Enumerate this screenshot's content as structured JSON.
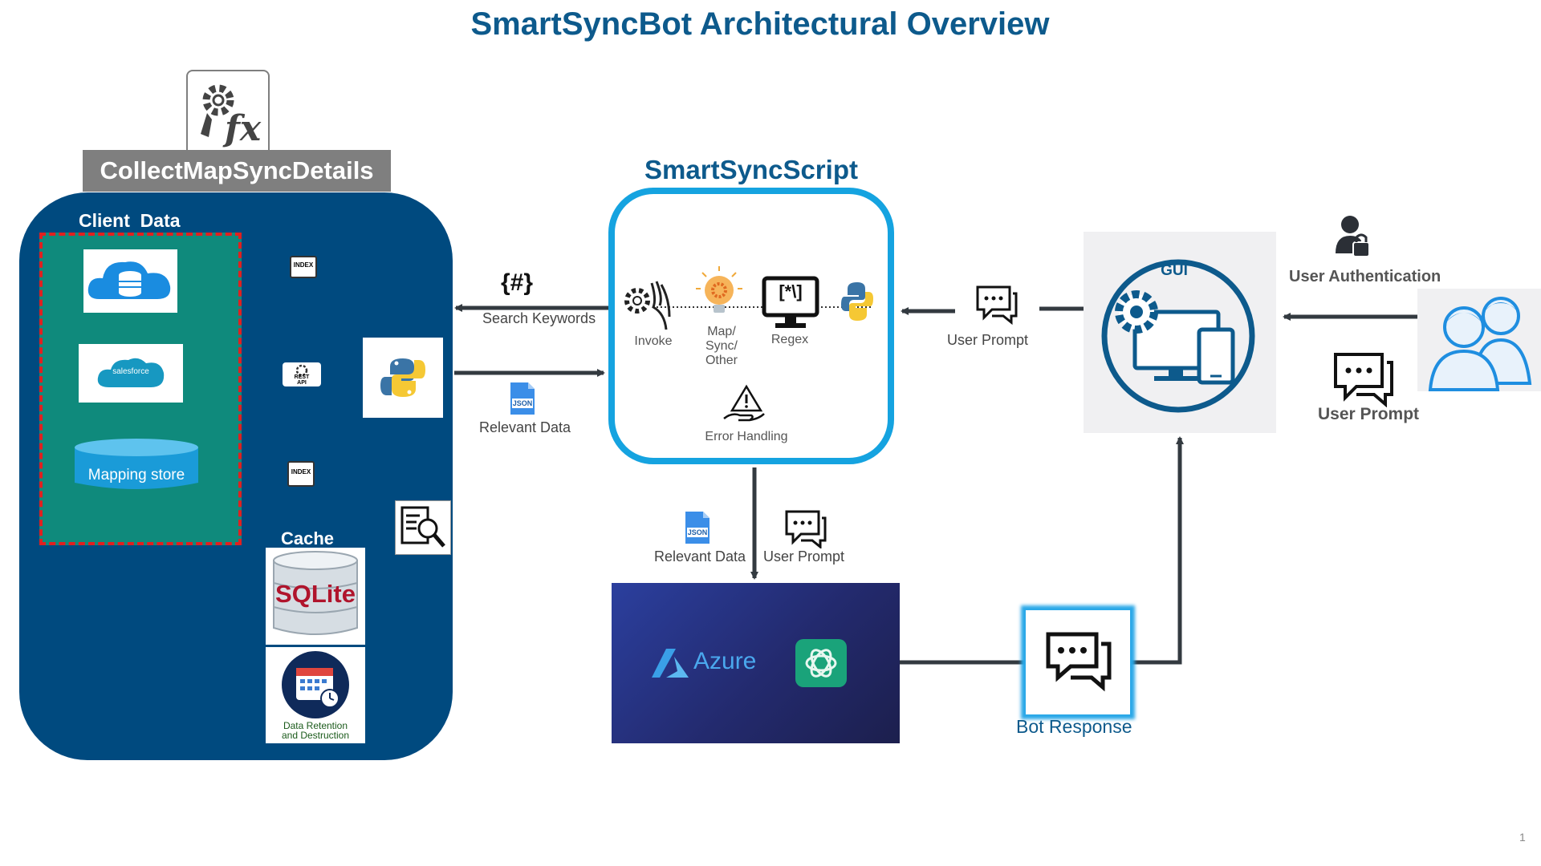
{
  "title": "SmartSyncBot Architectural Overview",
  "left_panel": {
    "header": "CollectMapSyncDetails",
    "client_data_title": "Client  Data",
    "salesforce_text": "salesforce",
    "mapping_store": "Mapping store",
    "cache_title": "Cache",
    "sqlite_text": "SQLite",
    "retention_line1": "Data Retention",
    "retention_line2": "and Destruction",
    "index_tag": "INDEX",
    "rest_api_line1": "REST",
    "rest_api_line2": "API"
  },
  "script": {
    "title": "SmartSyncScript",
    "invoke": "Invoke",
    "map_line1": "Map/",
    "map_line2": "Sync/",
    "map_line3": "Other",
    "regex": "Regex",
    "regex_glyph": "[*\\]",
    "error_handling": "Error Handling"
  },
  "labels": {
    "search_keywords_symbol": "{#}",
    "search_keywords": "Search Keywords",
    "relevant_data": "Relevant Data",
    "json_tag": "JSON",
    "user_prompt": "User Prompt",
    "bot_response": "Bot Response",
    "user_authentication": "User Authentication",
    "gui": "GUI",
    "azure": "Azure"
  },
  "page_number": "1",
  "colors": {
    "title_blue": "#0d5a8c",
    "panel_navy": "#004a7f",
    "client_teal": "#0f8a7c",
    "dashed_red": "#e02020",
    "script_border": "#15a3e0",
    "arrow_dark": "#333a40"
  }
}
